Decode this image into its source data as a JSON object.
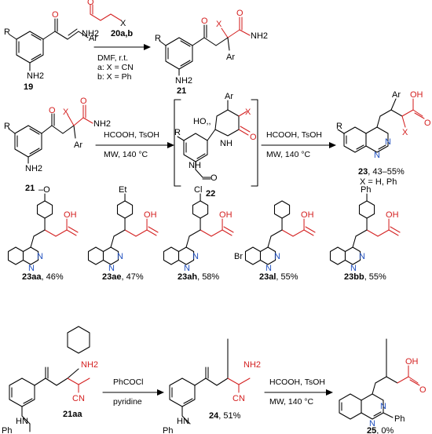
{
  "colors": {
    "highlight": "#d42020",
    "nitrogen": "#1f4fbf",
    "bond": "#000000"
  },
  "row1": {
    "start_compound": "19",
    "start_r": "R",
    "start_nh2": "NH2",
    "start_ar": "Ar",
    "reagent_label": "20a,b",
    "reagent_x": "X",
    "reagent_nh2": "NH2",
    "conditions": [
      "DMF, r.t.",
      "a: X = CN",
      "b: X = Ph"
    ],
    "product": "21"
  },
  "row2": {
    "start": "21",
    "cond1_top": "HCOOH, TsOH",
    "cond1_bottom": "MW, 140 °C",
    "intermediate": "22",
    "cond2_top": "HCOOH, TsOH",
    "cond2_bottom": "MW, 140 °C",
    "product": "23",
    "product_yield": ", 43–55%",
    "product_note": "X = H, Ph",
    "int_ho": "HO,,",
    "int_nh": "NH",
    "int_n": "N",
    "int_h": "H",
    "int_o": "O"
  },
  "examples": [
    {
      "id": "23aa",
      "yield": ", 46%",
      "substituent": "–O"
    },
    {
      "id": "23ae",
      "yield": ", 47%",
      "substituent": "Et"
    },
    {
      "id": "23ah",
      "yield": ", 58%",
      "substituent": "Cl"
    },
    {
      "id": "23al",
      "yield": ", 55%",
      "substituent": "Br"
    },
    {
      "id": "23bb",
      "yield": ", 55%",
      "substituent": "Ph"
    }
  ],
  "row4": {
    "start": "21aa",
    "reagent_top": "PhCOCl",
    "reagent_bottom": "pyridine",
    "mid": "24",
    "mid_yield": ", 51%",
    "cond_top": "HCOOH, TsOH",
    "cond_bottom": "MW, 140 °C",
    "product": "25",
    "product_yield": ", 0%",
    "nh2": "NH2",
    "cn": "CN",
    "hn": "HN",
    "ph": "Ph",
    "ph2": "Ph"
  },
  "labels": {
    "oh": "OH",
    "o": "O",
    "n": "N"
  }
}
